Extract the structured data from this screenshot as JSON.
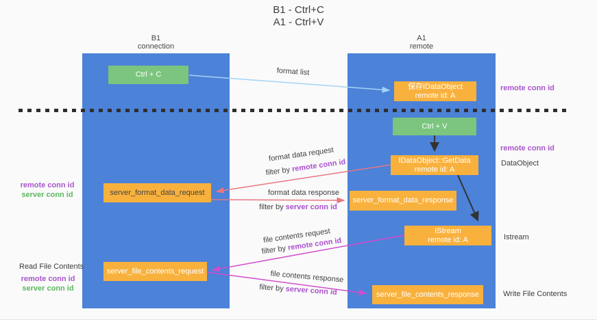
{
  "title": {
    "line1": "B1 - Ctrl+C",
    "line2": "A1 - Ctrl+V"
  },
  "lanes": {
    "left": {
      "title": "B1",
      "subtitle": "connection"
    },
    "right": {
      "title": "A1",
      "subtitle": "remote"
    }
  },
  "nodes": {
    "ctrl_c": {
      "label": "Ctrl + C"
    },
    "ctrl_v": {
      "label": "Ctrl + V"
    },
    "save_dataobject": {
      "line1": "保存IDataObject",
      "line2": "remote id: A"
    },
    "getdata": {
      "line1": "IDataObject::GetData",
      "line2": "remote id: A"
    },
    "istream": {
      "line1": "IStream",
      "line2": "remote id: A"
    },
    "format_request": {
      "label": "server_format_data_request"
    },
    "format_response": {
      "label": "server_format_data_response"
    },
    "file_request": {
      "label": "server_file_contents_request"
    },
    "file_response": {
      "label": "server_file_contents_response"
    }
  },
  "side_labels": {
    "remote_conn_id_top_right": "remote conn id",
    "remote_conn_id_mid_right": "remote conn id",
    "dataobject": "DataObject",
    "istream": "Istream",
    "write_file_contents": "Write File Contents",
    "read_file_contents": "Read File Contents",
    "left_remote_conn_id_1": "remote conn id",
    "left_server_conn_id_1": "server conn id",
    "left_remote_conn_id_2": "remote conn id",
    "left_server_conn_id_2": "server conn id"
  },
  "arrow_labels": {
    "format_list": "format list",
    "format_data_request": "format data request",
    "filter_by_1_prefix": "filter by ",
    "filter_by_1_id": "remote conn id",
    "format_data_response": "format data response",
    "filter_by_2_prefix": "filter by ",
    "filter_by_2_id": "server conn id",
    "file_contents_request": "file contents request",
    "filter_by_3_prefix": "filter by ",
    "filter_by_3_id": "remote conn id",
    "file_contents_response": "file contents response",
    "filter_by_4_prefix": "filter by ",
    "filter_by_4_id": "server conn id"
  },
  "colors": {
    "lane_blue": "#4c82d8",
    "node_orange": "#f9b13d",
    "node_green": "#7cc57f",
    "arrow_red": "#e77681",
    "arrow_magenta": "#d24ccd",
    "arrow_light_blue": "#a5d3f5",
    "arrow_black": "#333333",
    "label_purple": "#a855cc",
    "label_green": "#5cb860",
    "background": "#fafafa"
  }
}
